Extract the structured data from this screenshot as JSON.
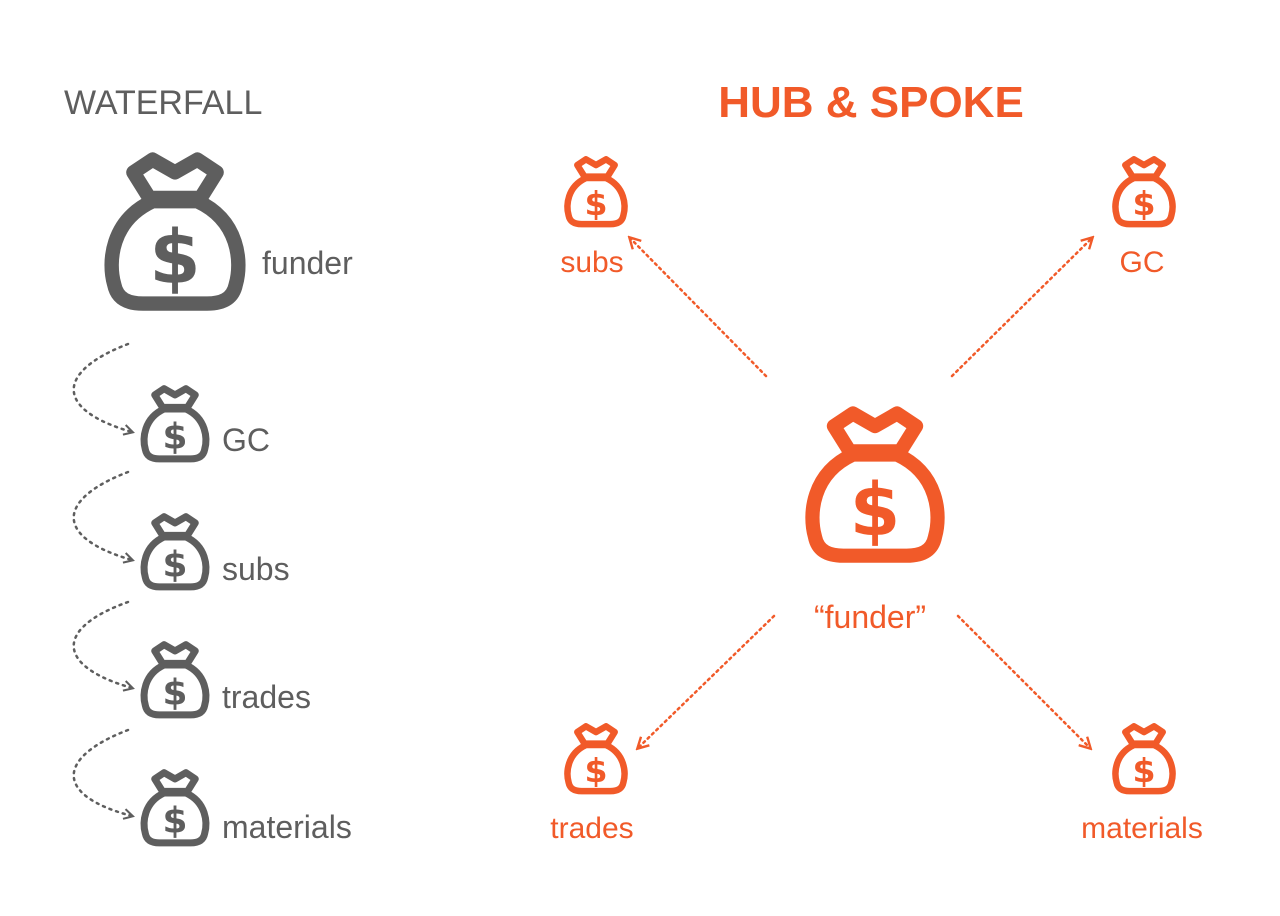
{
  "colors": {
    "gray": "#5e5e5e",
    "orange": "#f15a29",
    "background": "#ffffff"
  },
  "waterfall": {
    "title": "WATERFALL",
    "icon": "money-bag-icon",
    "funder_label": "funder",
    "tiers": [
      {
        "label": "GC"
      },
      {
        "label": "subs"
      },
      {
        "label": "trades"
      },
      {
        "label": "materials"
      }
    ]
  },
  "hub_spoke": {
    "title": "HUB & SPOKE",
    "icon": "money-bag-icon",
    "hub_label": "“funder”",
    "spokes": {
      "top_left": "subs",
      "top_right": "GC",
      "bottom_left": "trades",
      "bottom_right": "materials"
    }
  }
}
